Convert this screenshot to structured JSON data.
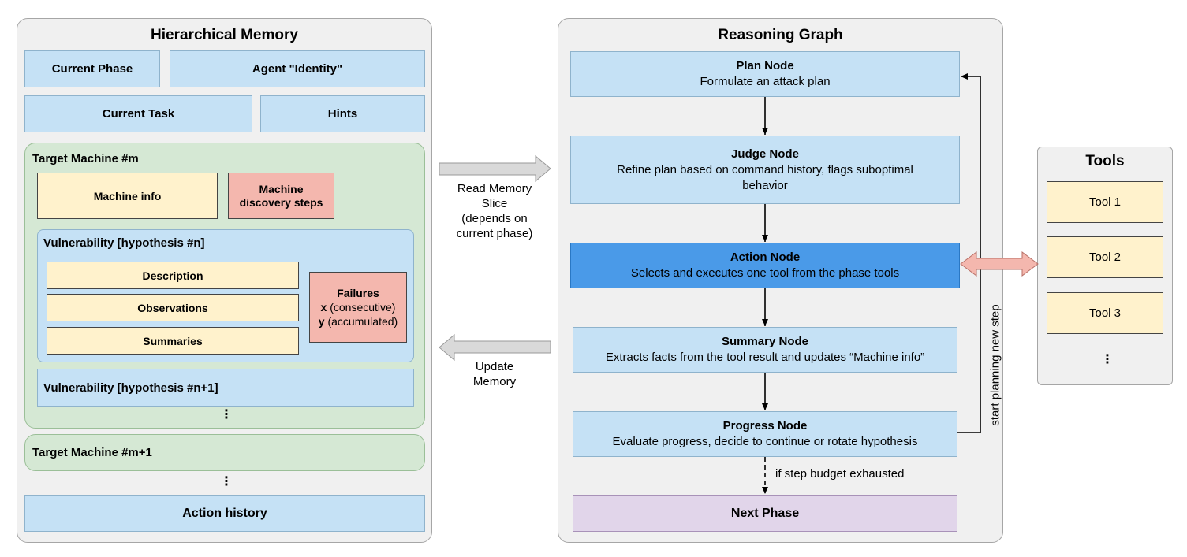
{
  "memory": {
    "title": "Hierarchical Memory",
    "current_phase": "Current Phase",
    "agent_identity": "Agent \"Identity\"",
    "current_task": "Current Task",
    "hints": "Hints",
    "target_machine": "Target Machine #m",
    "machine_info": "Machine info",
    "machine_discovery_line1": "Machine",
    "machine_discovery_line2": "discovery steps",
    "vulnerability": "Vulnerability [hypothesis #n]",
    "description": "Description",
    "observations": "Observations",
    "summaries": "Summaries",
    "failures_title": "Failures",
    "failures_x_var": "x",
    "failures_x_text": "(consecutive)",
    "failures_y_var": "y",
    "failures_y_text": "(accumulated)",
    "vulnerability_next": "Vulnerability [hypothesis #n+1]",
    "ellipsis_vuln": "⋮",
    "target_machine_next": "Target Machine #m+1",
    "ellipsis_machines": "⋮",
    "action_history": "Action history"
  },
  "flows": {
    "read_line1": "Read Memory",
    "read_line2": "Slice",
    "read_line3": "(depends on",
    "read_line4": "current phase)",
    "update_line1": "Update",
    "update_line2": "Memory"
  },
  "graph": {
    "title": "Reasoning Graph",
    "plan_title": "Plan Node",
    "plan_sub": "Formulate an attack plan",
    "judge_title": "Judge Node",
    "judge_sub_line1": "Refine plan based on command history, flags suboptimal",
    "judge_sub_line2": "behavior",
    "action_title": "Action Node",
    "action_sub": "Selects and executes one tool from the phase tools",
    "summary_title": "Summary Node",
    "summary_sub": "Extracts facts from the tool result and updates “Machine info”",
    "progress_title": "Progress Node",
    "progress_sub": "Evaluate progress, decide to continue or rotate hypothesis",
    "budget_label": "if step budget exhausted",
    "loop_label": "start planning new step",
    "next_phase": "Next Phase"
  },
  "tools": {
    "title": "Tools",
    "items": [
      "Tool 1",
      "Tool 2",
      "Tool 3"
    ],
    "ellipsis": "⋮"
  },
  "colors": {
    "blue_box": "#c5e1f5",
    "yellow_box": "#fff2cc",
    "red_box": "#f4b7ae",
    "green_box": "#d5e8d4",
    "purple_box": "#e1d5ea",
    "action_box": "#4a9ae8",
    "panel": "#f0f0f0",
    "arrow_gray": "#d9d9d9",
    "arrow_pink": "#f4b7ae"
  }
}
